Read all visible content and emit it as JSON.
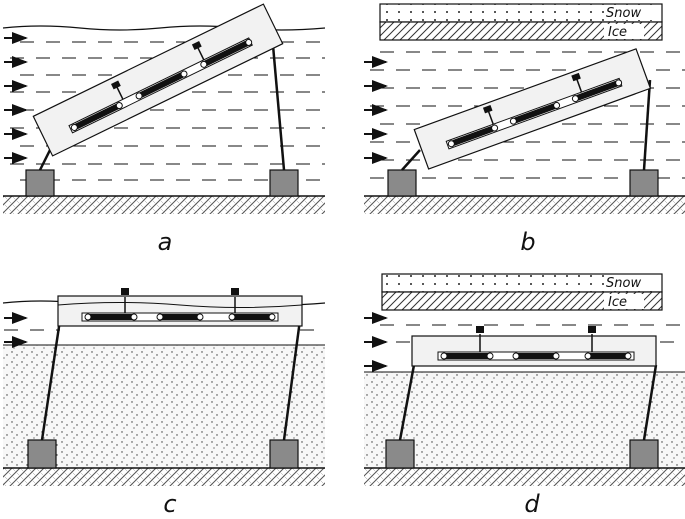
{
  "panels": [
    {
      "id": "a",
      "label": "a"
    },
    {
      "id": "b",
      "label": "b",
      "snow_label": "Snow",
      "ice_label": "Ice"
    },
    {
      "id": "c",
      "label": "c"
    },
    {
      "id": "d",
      "label": "d",
      "snow_label": "Snow",
      "ice_label": "Ice"
    }
  ],
  "colors": {
    "ink": "#111111",
    "anchor": "#8a8a8a",
    "float_fill": "#f2f2f2",
    "seabed_hatch": "#555555"
  }
}
